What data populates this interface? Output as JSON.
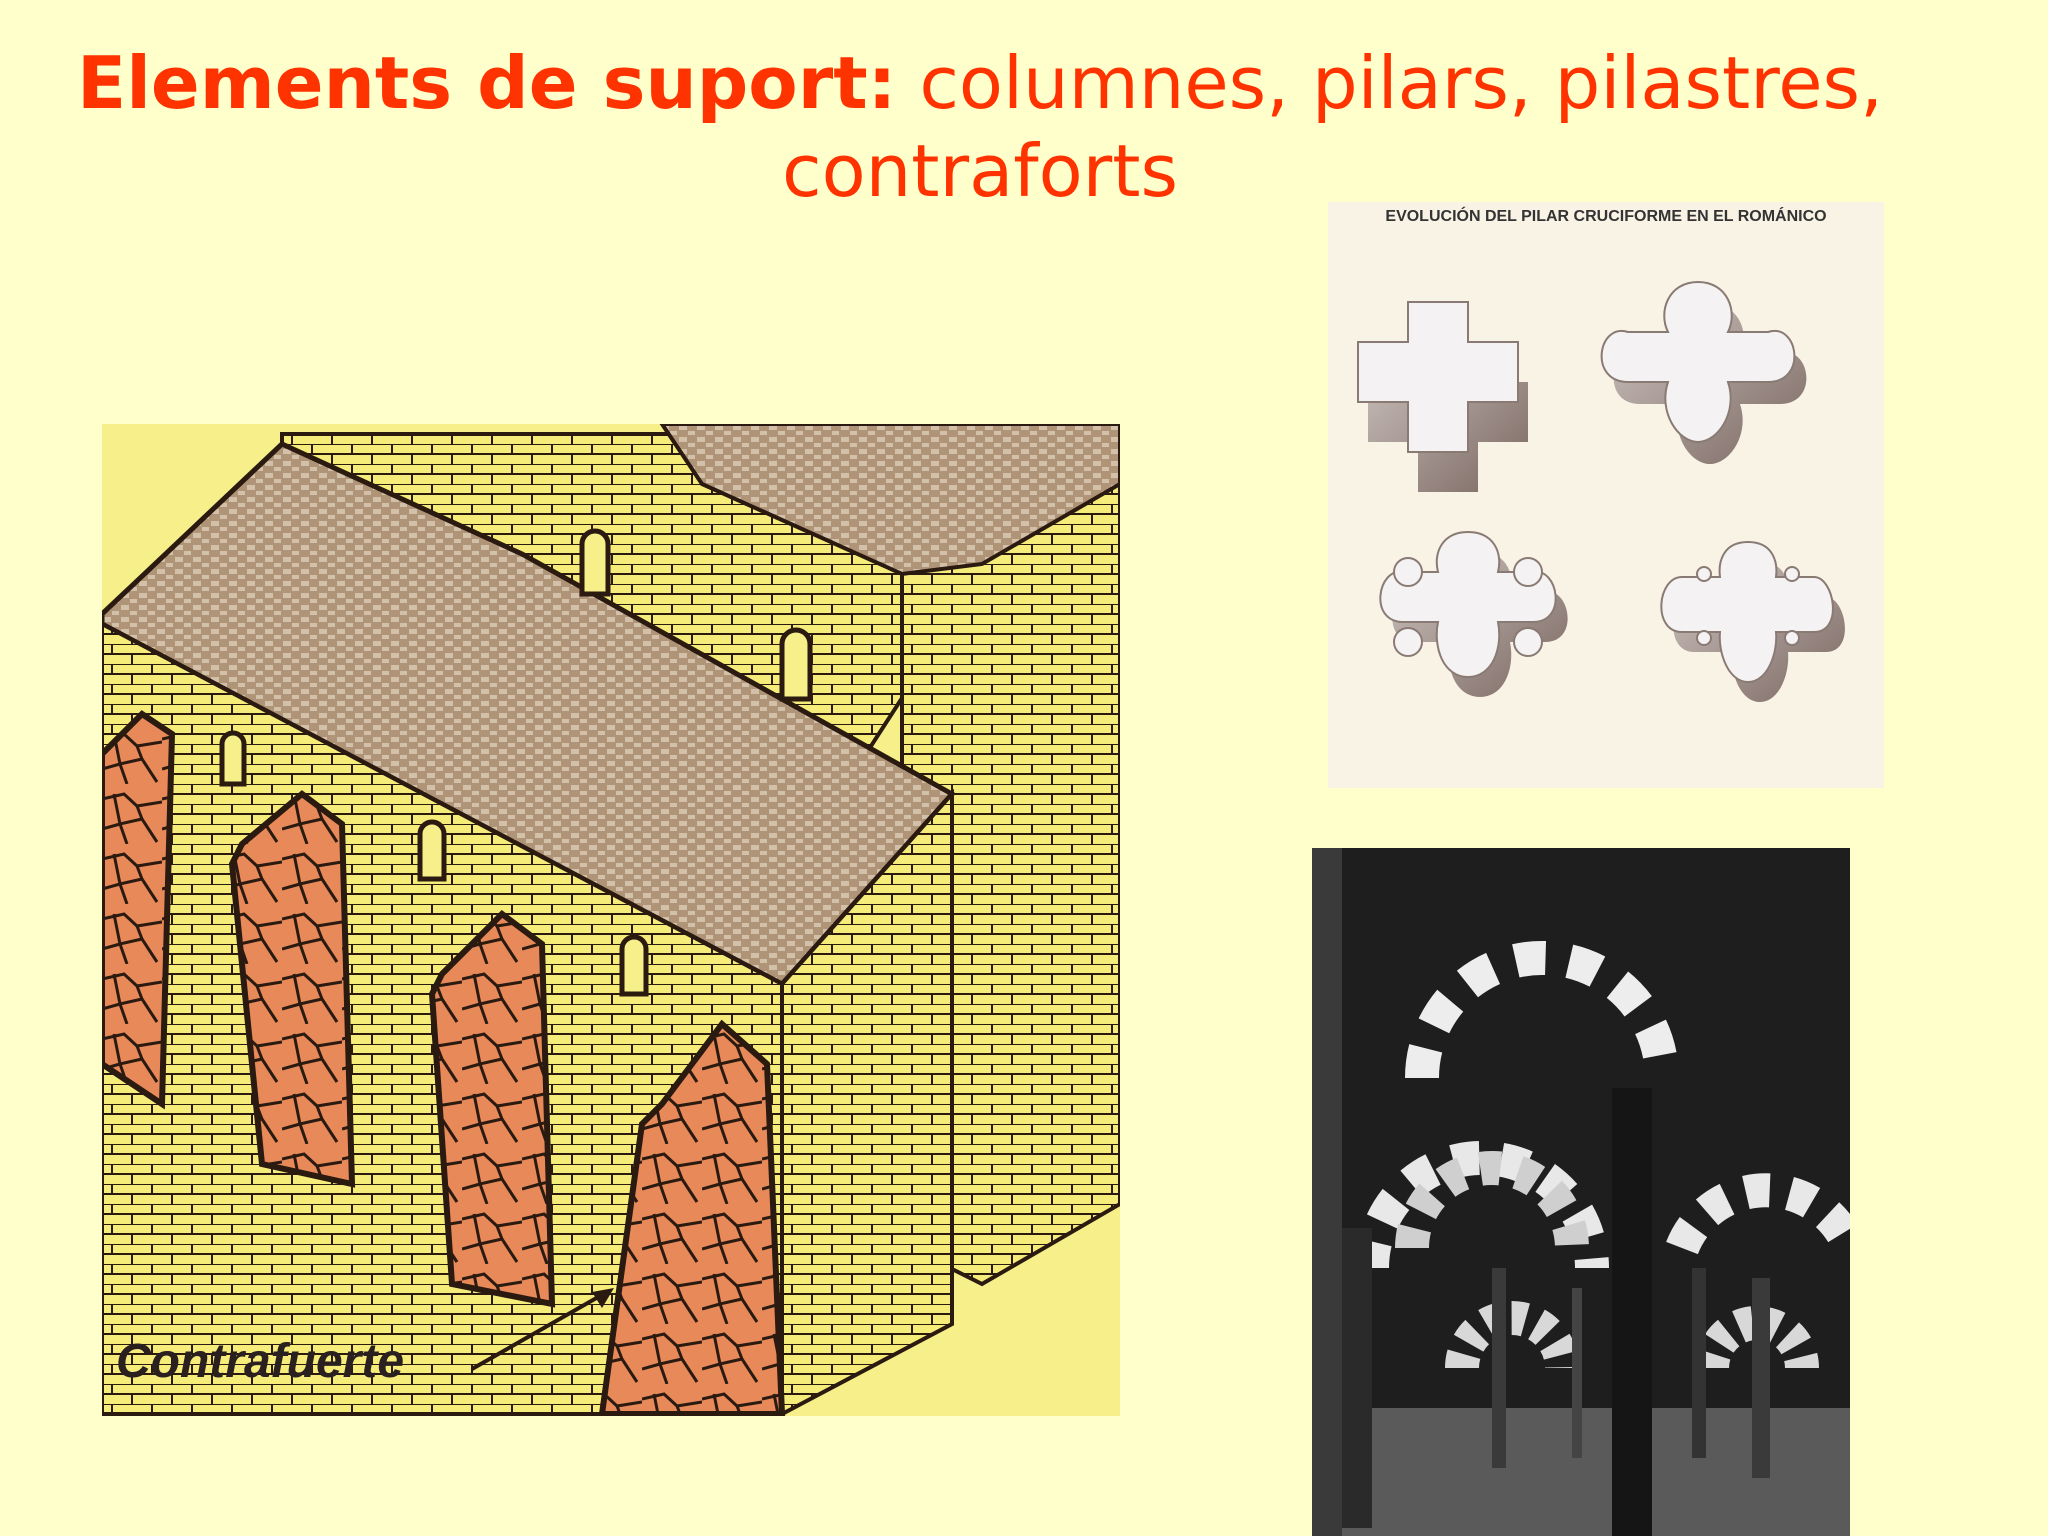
{
  "slide": {
    "title_bold": "Elements de suport:",
    "title_rest": " columnes, pilars, pilastres,",
    "title_line2": "contraforts"
  },
  "building_figure": {
    "label": "Contrafuerte",
    "colors": {
      "brick_wall": "#F5EC7A",
      "roof": "#B09478",
      "buttress": "#E8895A",
      "outline": "#2A1A10"
    }
  },
  "pillar_figure": {
    "heading": "EVOLUCIÓN DEL PILAR CRUCIFORME EN EL ROMÁNICO"
  },
  "mosque_photo": {
    "colors": {
      "stone": "#E8E8E8",
      "dark": "#1E1E1E"
    }
  },
  "theme": {
    "background": "#FFFFCC",
    "title_color": "#FF3300"
  }
}
